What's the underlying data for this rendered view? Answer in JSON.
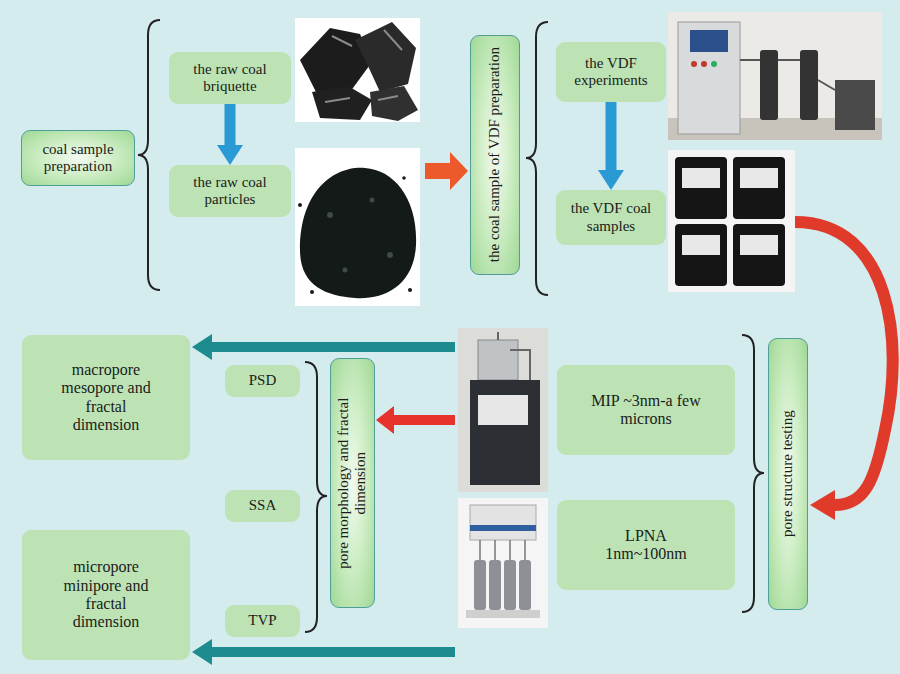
{
  "diagram": {
    "nodes": [
      {
        "text": [
          "coal sample preparation"
        ]
      },
      {
        "text": [
          "the raw coal briquette"
        ]
      },
      {
        "text": [
          "the raw coal particles"
        ]
      },
      {
        "text": [
          "the coal sample of VDF preparation"
        ]
      },
      {
        "text": [
          "the VDF experiments"
        ]
      },
      {
        "text": [
          "the VDF coal samples"
        ]
      },
      {
        "text": [
          "pore structure testing"
        ]
      },
      {
        "text": [
          "MIP ~3nm-a few microns"
        ]
      },
      {
        "text": [
          "LPNA 1nm~100nm"
        ]
      },
      {
        "text": [
          "pore morphology and fractal dimension"
        ]
      },
      {
        "text": [
          "PSD"
        ]
      },
      {
        "text": [
          "SSA"
        ]
      },
      {
        "text": [
          "TVP"
        ]
      },
      {
        "text": [
          "macropore mesopore and fractal dimension"
        ]
      },
      {
        "text": [
          "micropore minipore and fractal dimension"
        ]
      }
    ],
    "edges": [
      {
        "from": 1,
        "to": 2,
        "arrow": "to"
      },
      {
        "from": 4,
        "to": 5,
        "arrow": "to"
      }
    ]
  }
}
